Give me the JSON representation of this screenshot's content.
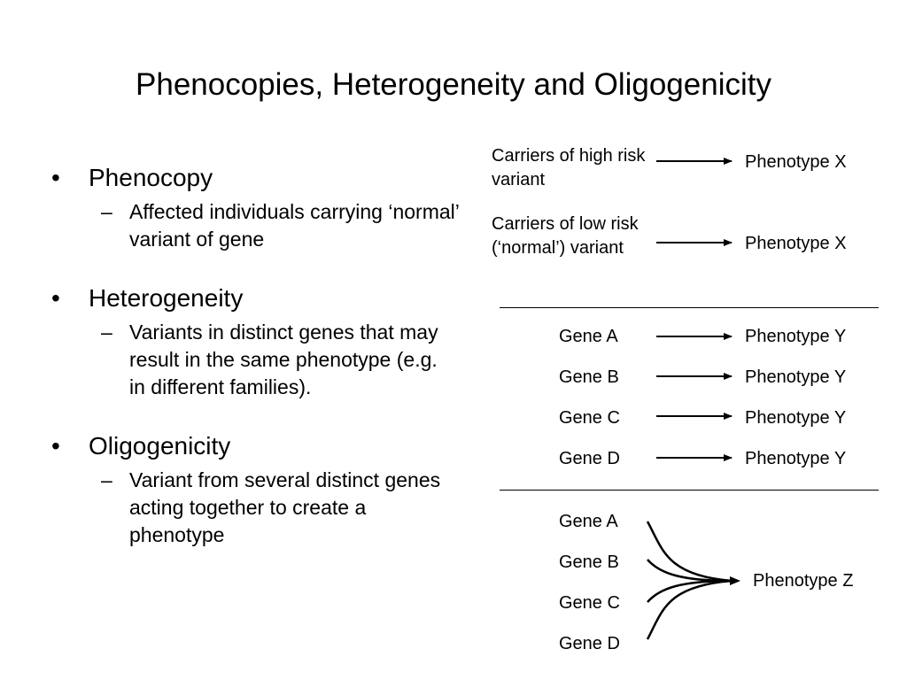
{
  "slide": {
    "title": "Phenocopies, Heterogeneity and Oligogenicity",
    "bullets": [
      {
        "label": "Phenocopy",
        "sub": "Affected individuals carrying ‘normal’ variant of gene"
      },
      {
        "label": "Heterogeneity",
        "sub": "Variants in distinct genes that may result in the same phenotype (e.g. in different families)."
      },
      {
        "label": "Oligogenicity",
        "sub": "Variant from several distinct genes acting together to create a phenotype"
      }
    ],
    "bullet_symbol": "•",
    "dash_symbol": "–"
  },
  "diagram": {
    "phenocopy": {
      "high_risk_label": "Carriers of high risk variant",
      "high_risk_target": "Phenotype X",
      "low_risk_label": "Carriers of low risk (‘normal’) variant",
      "low_risk_target": "Phenotype X"
    },
    "heterogeneity": {
      "rows": [
        {
          "gene": "Gene A",
          "target": "Phenotype Y"
        },
        {
          "gene": "Gene B",
          "target": "Phenotype Y"
        },
        {
          "gene": "Gene C",
          "target": "Phenotype Y"
        },
        {
          "gene": "Gene D",
          "target": "Phenotype Y"
        }
      ]
    },
    "oligogenicity": {
      "genes": [
        "Gene A",
        "Gene B",
        "Gene C",
        "Gene D"
      ],
      "target": "Phenotype Z"
    }
  }
}
